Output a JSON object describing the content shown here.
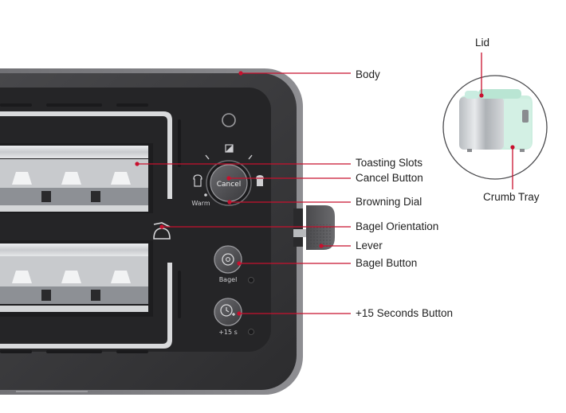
{
  "labels": {
    "body": "Body",
    "toasting_slots": "Toasting Slots",
    "cancel_button": "Cancel Button",
    "browning_dial": "Browning Dial",
    "bagel_orientation": "Bagel Orientation",
    "lever": "Lever",
    "bagel_button": "Bagel Button",
    "plus15_button": "+15 Seconds Button",
    "lid": "Lid",
    "crumb_tray": "Crumb Tray"
  },
  "controls": {
    "cancel_text": "Cancel",
    "warm_text": "Warm",
    "bagel_text": "Bagel",
    "plus15_text": "+15 s"
  },
  "colors": {
    "leader_line": "#c8102e",
    "body_dark": "#3b3b3d",
    "inset_panel": "#2a2a2c",
    "slot_metal": "#d7d8da",
    "lid_mint": "#cdeee0",
    "label_text": "#1f1f1f"
  }
}
